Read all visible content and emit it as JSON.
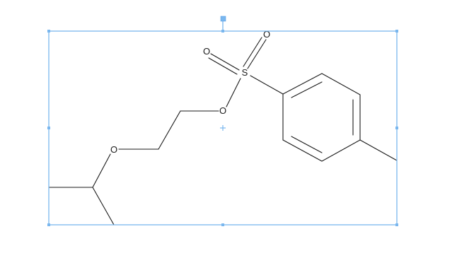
{
  "molecule": {
    "atoms": {
      "ether_oxygen": "O",
      "ester_oxygen": "O",
      "sulfur": "S",
      "sulfonyl_oxygen_upper": "O",
      "sulfonyl_oxygen_left": "O"
    }
  },
  "selection": {
    "frame_color": "#7ab7ee",
    "handles": [
      "top-left",
      "top-center",
      "top-right",
      "middle-left",
      "middle-right",
      "bottom-left",
      "bottom-center",
      "bottom-right"
    ],
    "rotate_handle_icon": "rotate-handle-square",
    "center_icon": "center-crosshair-icon"
  },
  "colors": {
    "bond": "#1a1a1a",
    "selection": "#7ab7ee",
    "background": "#ffffff"
  }
}
